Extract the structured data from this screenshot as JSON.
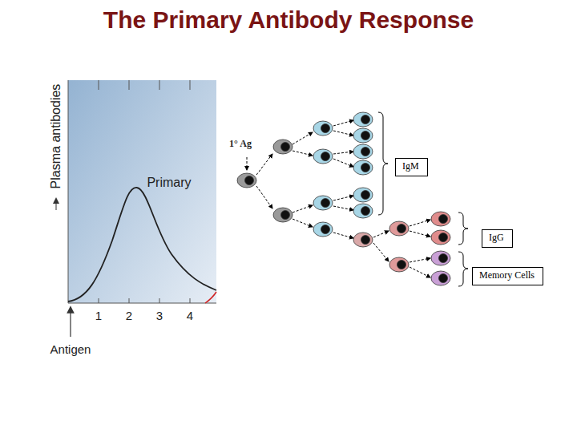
{
  "diagram": {
    "title": "The Primary Antibody Response",
    "nodes": [
      {
        "text": [
          "IgM"
        ]
      },
      {
        "text": [
          "IgG"
        ]
      },
      {
        "text": [
          "Memory Cells"
        ]
      }
    ],
    "labels": [
      "Plasma antibodies",
      "Primary",
      "1",
      "2",
      "3",
      "4",
      "Antigen",
      "1° Ag"
    ]
  }
}
